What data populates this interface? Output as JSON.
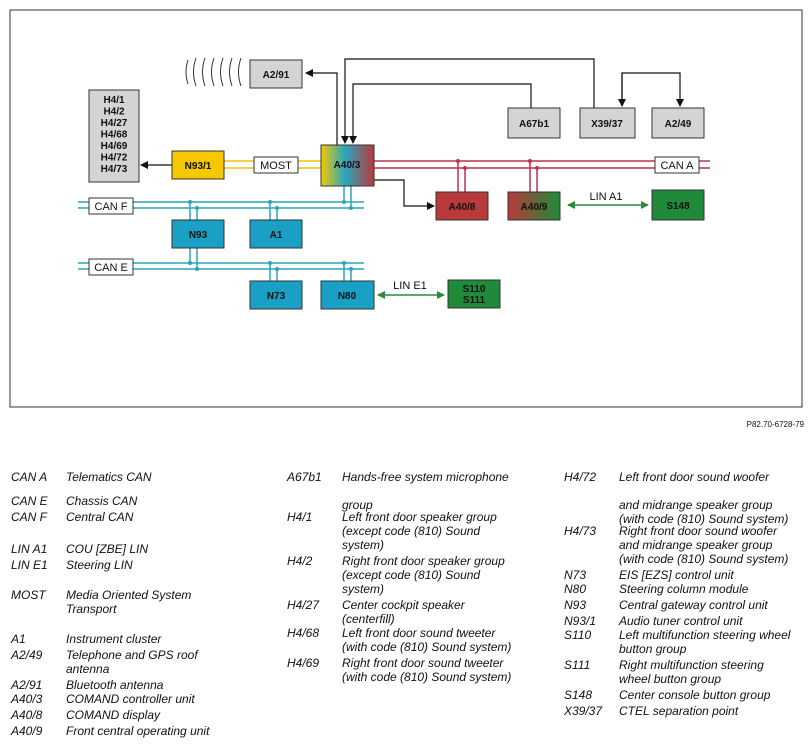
{
  "figure_ref": "P82.70-6728-79",
  "diagram": {
    "components": {
      "a2_91": "A2/91",
      "a67b1": "A67b1",
      "x39_37": "X39/37",
      "a2_49": "A2/49",
      "a40_3": "A40/3",
      "n93_1": "N93/1",
      "a40_8": "A40/8",
      "a40_9": "A40/9",
      "s148": "S148",
      "n93": "N93",
      "a1": "A1",
      "n73": "N73",
      "n80": "N80",
      "s110": "S110",
      "s111": "S111",
      "speaker_group": [
        "H4/1",
        "H4/2",
        "H4/27",
        "H4/68",
        "H4/69",
        "H4/72",
        "H4/73"
      ]
    },
    "bus_labels": {
      "most": "MOST",
      "can_a": "CAN A",
      "can_f": "CAN F",
      "can_e": "CAN E",
      "lin_a1": "LIN A1",
      "lin_e1": "LIN E1"
    },
    "colors": {
      "grey_box": "#d4d4d4",
      "yellow": "#f5c800",
      "red": "#b83a3a",
      "teal": "#1aa0c4",
      "green": "#1f8a3a",
      "can_a_line": "#c0304a",
      "can_f_e_line": "#2aa4b8",
      "most_line": "#f0c400",
      "lin_line": "#2a8a3a"
    }
  },
  "legend": [
    {
      "code": "CAN A",
      "text": [
        "Telematics CAN"
      ]
    },
    {
      "code": "CAN E",
      "text": [
        "Chassis CAN"
      ]
    },
    {
      "code": "CAN F",
      "text": [
        "Central CAN"
      ]
    },
    {
      "code": "LIN A1",
      "text": [
        "COU [ZBE] LIN"
      ]
    },
    {
      "code": "LIN E1",
      "text": [
        "Steering LIN"
      ]
    },
    {
      "code": "MOST",
      "text": [
        "Media Oriented System",
        "Transport"
      ]
    },
    {
      "code": "A1",
      "text": [
        "Instrument cluster"
      ]
    },
    {
      "code": "A2/49",
      "text": [
        "Telephone and GPS roof",
        "antenna"
      ]
    },
    {
      "code": "A2/91",
      "text": [
        "Bluetooth antenna"
      ]
    },
    {
      "code": "A40/3",
      "text": [
        "COMAND controller unit"
      ]
    },
    {
      "code": "A40/8",
      "text": [
        "COMAND display"
      ]
    },
    {
      "code": "A40/9",
      "text": [
        "Front central operating unit"
      ]
    },
    {
      "code": "A67b1",
      "text": [
        "Hands-free system microphone",
        "",
        "group"
      ]
    },
    {
      "code": "H4/1",
      "text": [
        "Left front door speaker group",
        "(except code (810) Sound",
        "system)"
      ]
    },
    {
      "code": "H4/2",
      "text": [
        "Right front door speaker group",
        "(except code (810) Sound",
        "system)"
      ]
    },
    {
      "code": "H4/27",
      "text": [
        "Center cockpit speaker",
        "(centerfill)"
      ]
    },
    {
      "code": "H4/68",
      "text": [
        "Left front door sound tweeter",
        "(with code (810) Sound system)"
      ]
    },
    {
      "code": "H4/69",
      "text": [
        "Right front door sound tweeter",
        "(with code (810) Sound system)"
      ]
    },
    {
      "code": "H4/72",
      "text": [
        "Left front door sound woofer",
        "",
        "and midrange speaker group",
        "(with code (810) Sound system)"
      ]
    },
    {
      "code": "H4/73",
      "text": [
        "Right front door sound woofer",
        "and midrange speaker group",
        "(with code (810) Sound system)"
      ]
    },
    {
      "code": "N73",
      "text": [
        "EIS [EZS] control unit"
      ]
    },
    {
      "code": "N80",
      "text": [
        "Steering column module"
      ]
    },
    {
      "code": "N93",
      "text": [
        "Central gateway control unit"
      ]
    },
    {
      "code": "N93/1",
      "text": [
        "Audio tuner control unit"
      ]
    },
    {
      "code": "S110",
      "text": [
        "Left multifunction steering wheel",
        "button group"
      ]
    },
    {
      "code": "S111",
      "text": [
        "Right multifunction steering",
        "wheel button group"
      ]
    },
    {
      "code": "S148",
      "text": [
        "Center console button group"
      ]
    },
    {
      "code": "X39/37",
      "text": [
        "CTEL separation point"
      ]
    }
  ]
}
